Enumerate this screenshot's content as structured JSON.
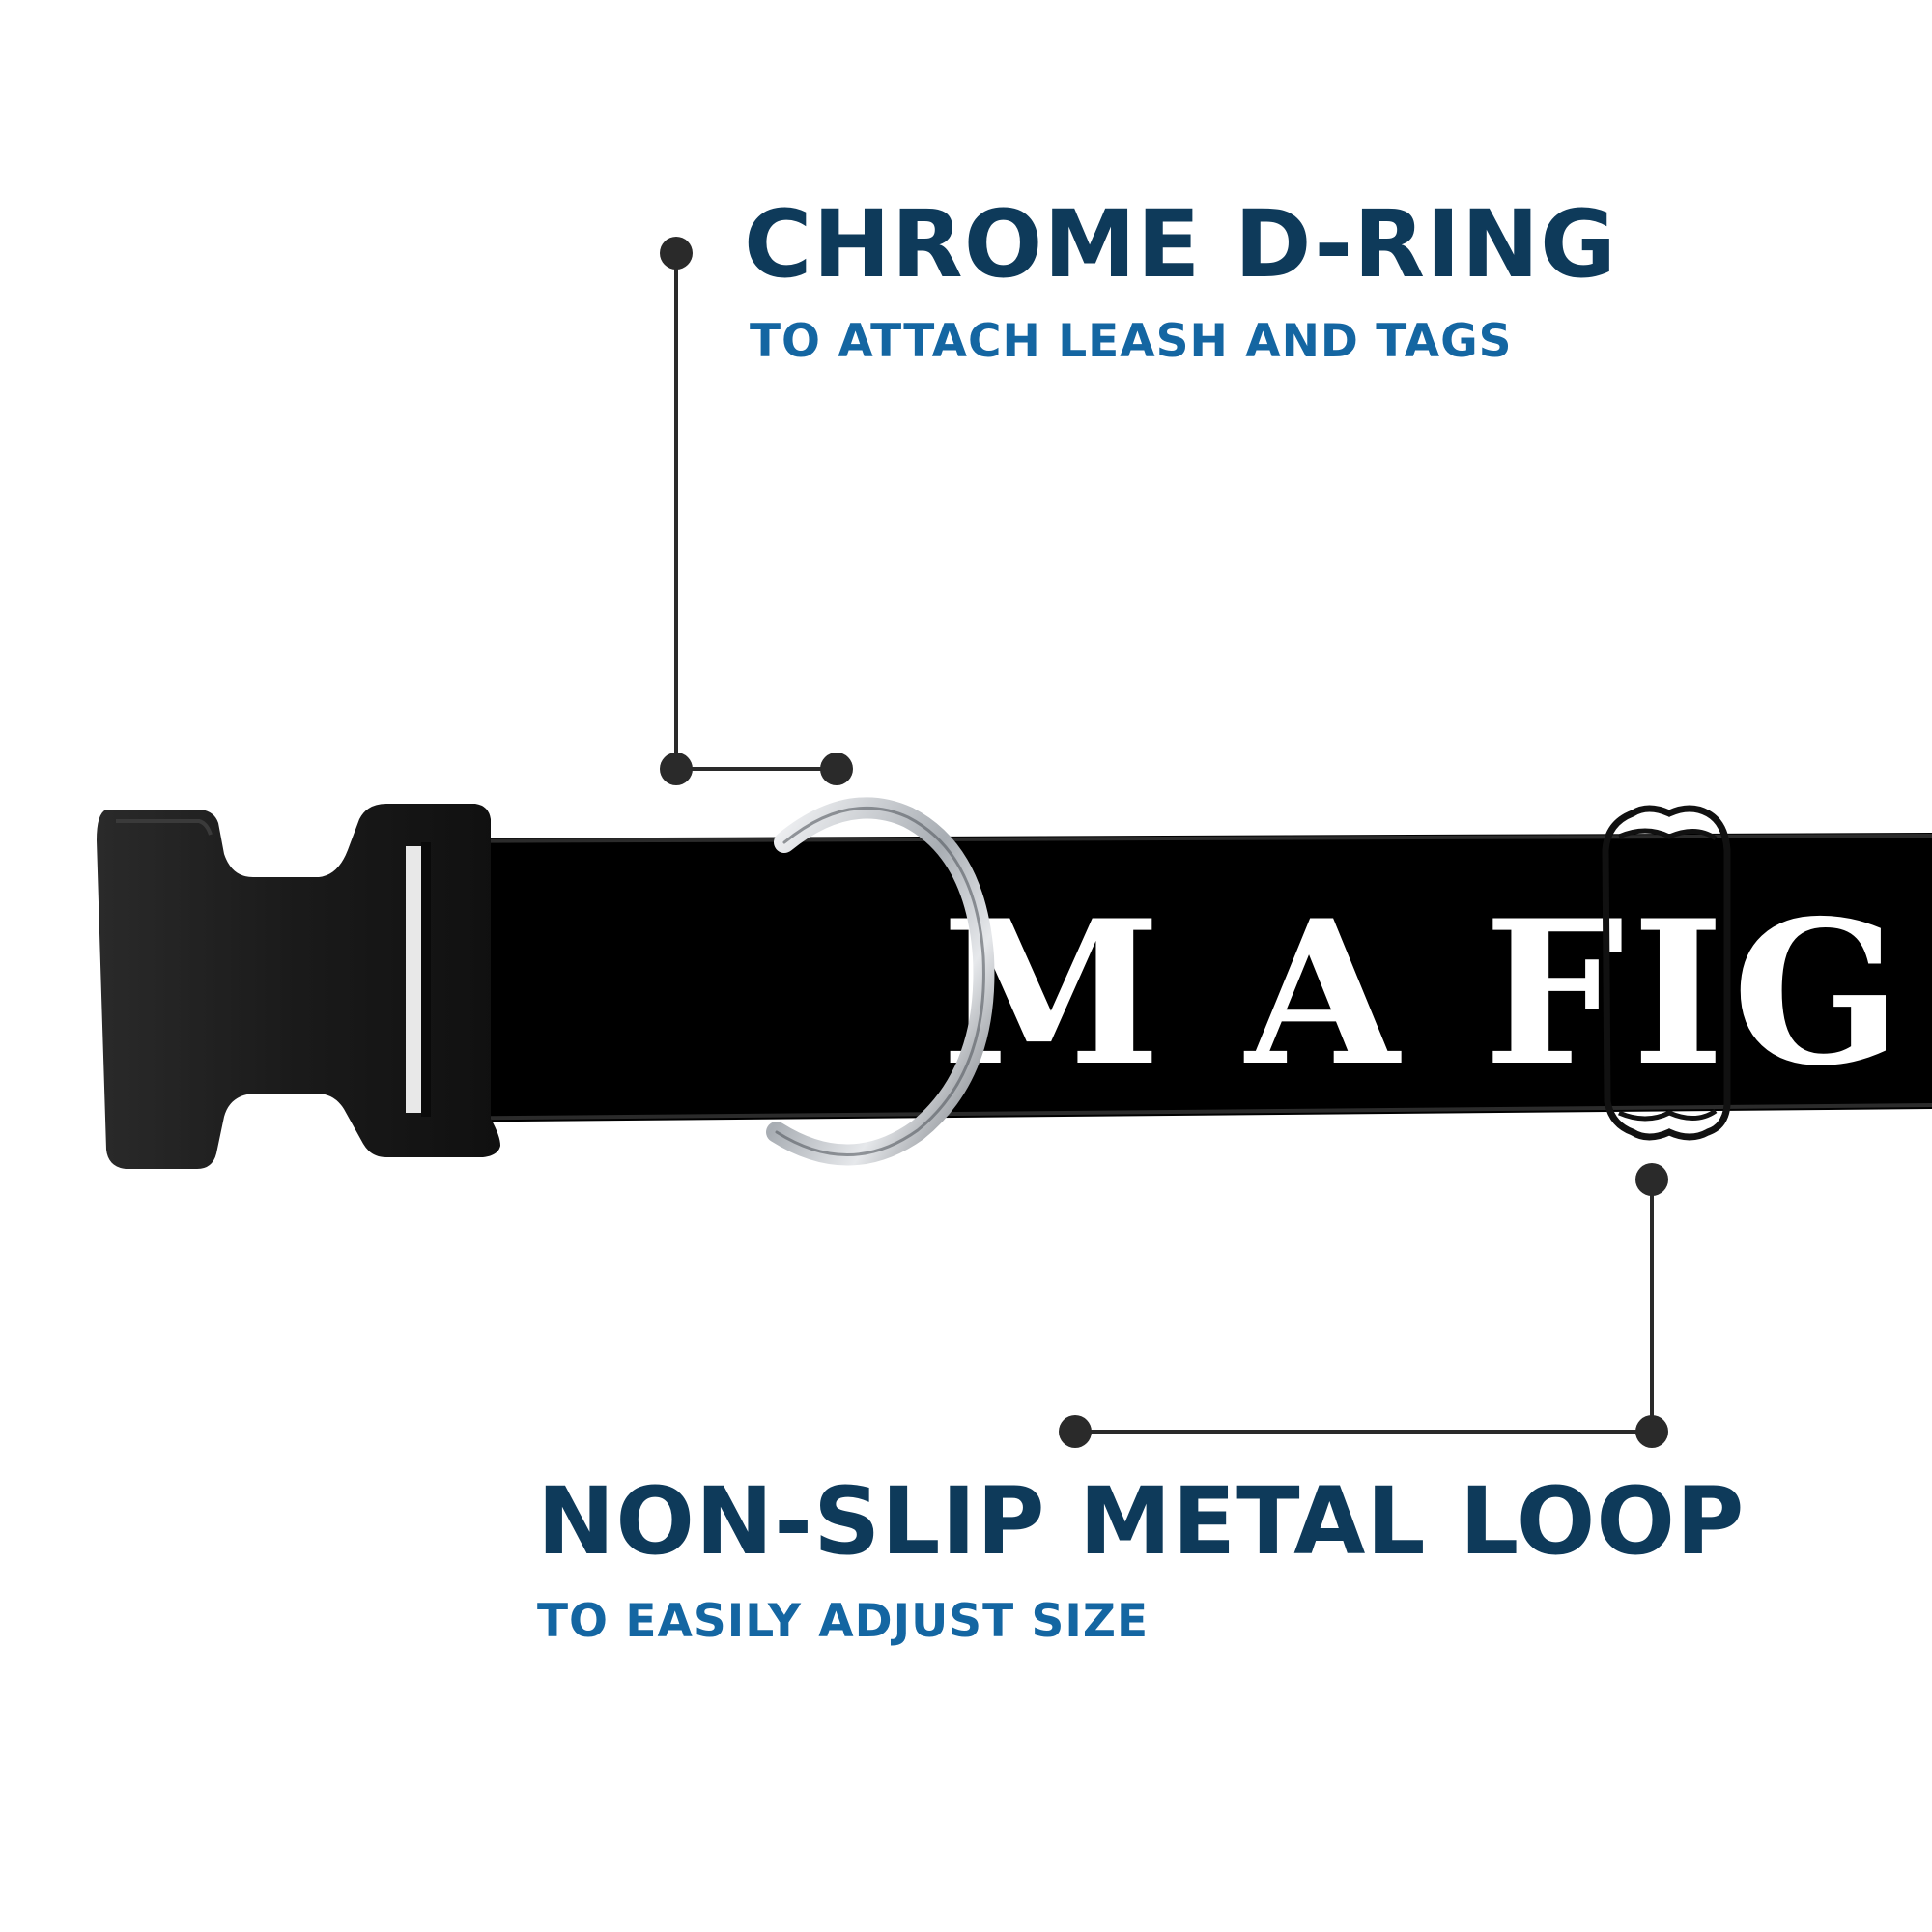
{
  "callouts": {
    "dring": {
      "title": "CHROME D-RING",
      "subtitle": "TO ATTACH LEASH AND TAGS"
    },
    "loop": {
      "title": "NON-SLIP METAL LOOP",
      "subtitle": "TO EASILY ADJUST SIZE"
    }
  },
  "collar": {
    "printed_text": "I'M A FIGHTER",
    "visible_text": "M A FIG",
    "strap_color": "#000000",
    "print_color": "#ffffff",
    "buckle_color": "#1c1c1c",
    "dring_color": "#c9cdd2",
    "loop_color": "#111111"
  },
  "colors": {
    "title": "#0e3a5a",
    "subtitle": "#1466a2",
    "leader": "#2a2a2a"
  }
}
